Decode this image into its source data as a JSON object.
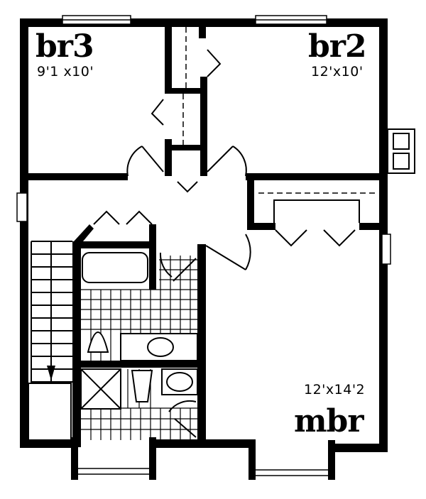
{
  "plan": {
    "type": "floor-plan",
    "level": "upper floor",
    "colors": {
      "wall": "#000000",
      "background": "#ffffff"
    }
  },
  "rooms": {
    "br3": {
      "name": "br3",
      "dimensions": "9'1 x10'"
    },
    "br2": {
      "name": "br2",
      "dimensions": "12'x10'"
    },
    "mbr": {
      "name": "mbr",
      "dimensions": "12'x14'2"
    }
  },
  "fixtures": [
    "bathtub",
    "toilet",
    "sink",
    "shower",
    "toilet",
    "sink",
    "stairs-down-arrow",
    "chimney",
    "closets"
  ]
}
